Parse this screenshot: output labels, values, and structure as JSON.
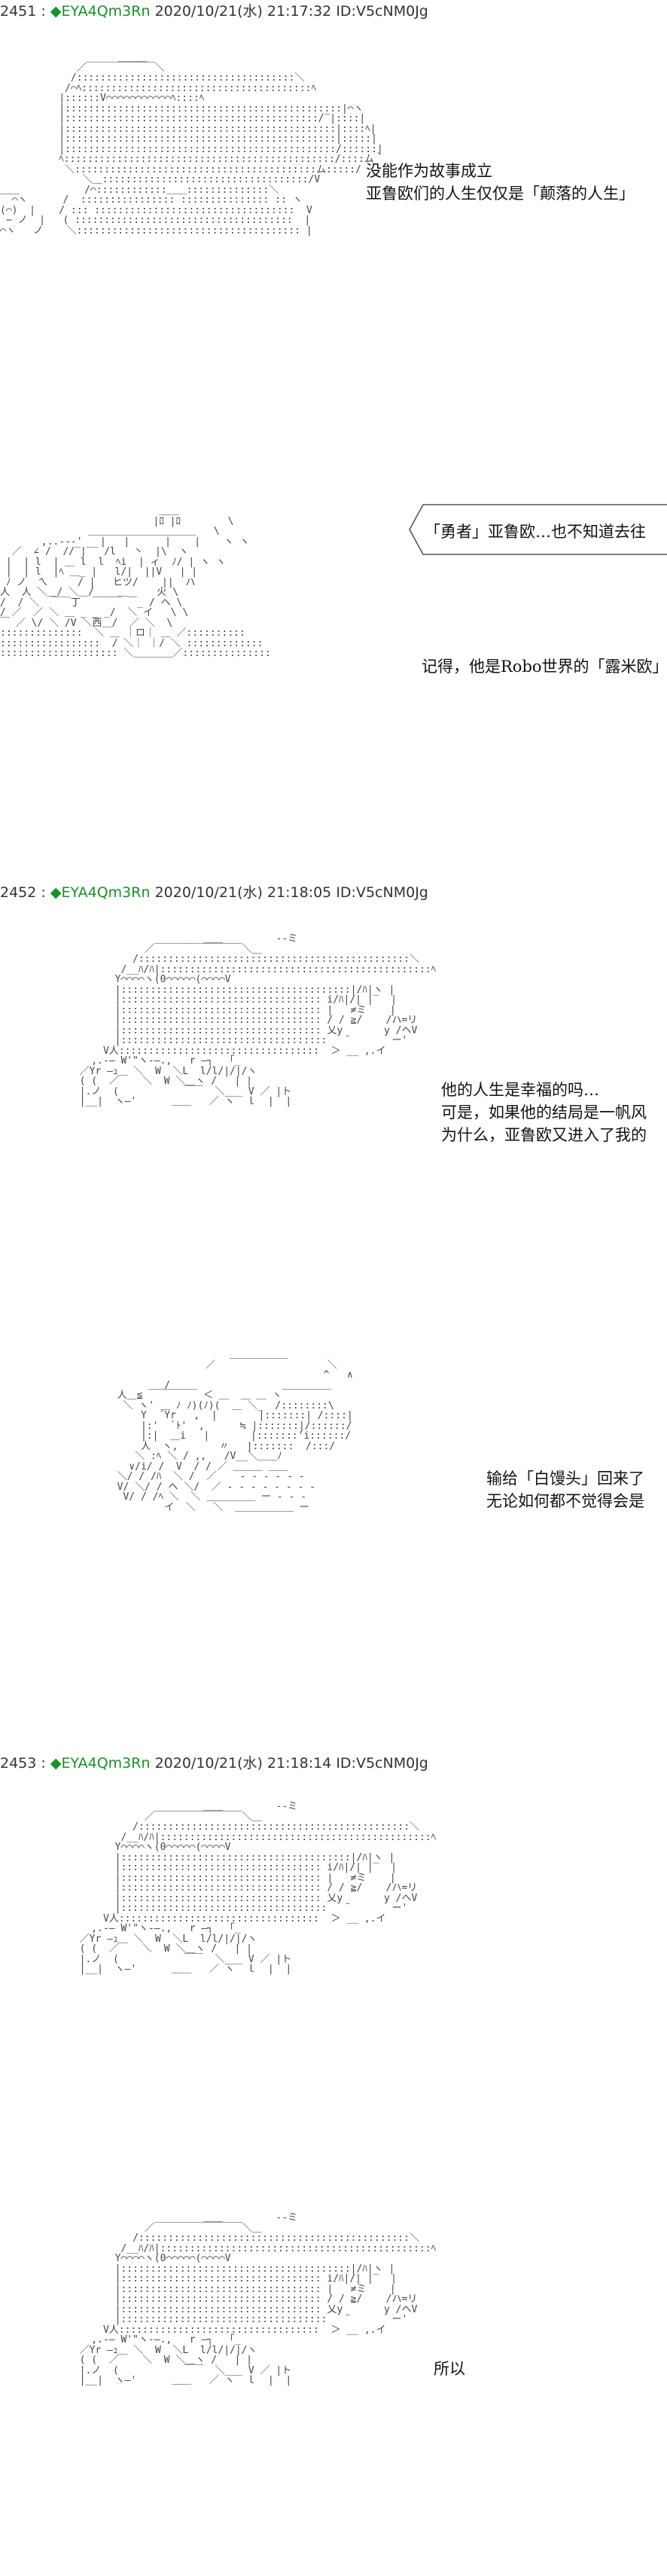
{
  "posts": [
    {
      "number": "2451",
      "name": "EYA4Qm3Rn",
      "datetime": "2020/10/21(水) 21:17:32",
      "id": "ID:V5cNM0Jg"
    },
    {
      "number": "2452",
      "name": "EYA4Qm3Rn",
      "datetime": "2020/10/21(水) 21:18:05",
      "id": "ID:V5cNM0Jg"
    },
    {
      "number": "2453",
      "name": "EYA4Qm3Rn",
      "datetime": "2020/10/21(水) 21:18:14",
      "id": "ID:V5cNM0Jg"
    }
  ],
  "separator": ":",
  "diamond": "◆",
  "panels": [
    {
      "lines": [
        "没能作为故事成立",
        "亚鲁欧们的人生仅仅是「颠落的人生」"
      ]
    },
    {
      "bubble": "「勇者」亚鲁欧…也不知道去往",
      "lines": [
        "记得，他是Robo世界的「露米欧」创"
      ]
    },
    {
      "lines": [
        "他的人生是幸福的吗…",
        "可是，如果他的结局是一帆风",
        "为什么，亚鲁欧又进入了我的"
      ]
    },
    {
      "lines": [
        "输给「白馒头」回来了",
        "无论如何都不觉得会是"
      ]
    },
    {
      "lines": [
        "所以"
      ]
    }
  ],
  "ascii_art": {
    "a1": "                    ＿＿＿\n             ／￣￣￣￣￣￣￣＼\n            /:::::::::::::::::::::::::::::::::::::＼\n           /⌒ﾍ:::::::::::::::::::::::::::::::::::::::ﾍ\n          |::::::V⌒⌒⌒⌒⌒⌒⌒⌒⌒⌒⌒ﾍ::::ﾍ\n          |:::::::::::::::::::::::::::::::::::::::::::::::|⌒ヽ\n          |:::::::::::::::::::::::::::::::::::::::::::/‾|::::| \n          |::::::::::::::::::::::::::::::::::::::::::::::|::::ﾍ|\n          |::::::::::::::::::::::::::::::::::::::::::::::|:::::|\n          |::::::::::::::::::::::::::::::::::::::::::::::/::::::|\n          ﾍ::::::::::::::::::::::::::::::::::::::::::::::/::::ム｀\n           ＼:::::::::::::::::::::::::::::::::::::::::ム:::::/\n              ＼＿:::::::::::::::::::::::::::::::::::/V\n＿＿           /⌒::::::::::::＿＿::::::::::::::＼\n  ⌒ヽ      /  :::::::::::::::: ::::::::::::::: :: ヽ\n(⌒)  |    / ::: ::::::::::::::::::::::::::::::::::  V\n ~ ノ  |   ( :::::::::::::::::::::::::::::::::::::  |\n⌒ヽ   ノ    ＼:::::::::::::::::::::::::::::::::::::: |",
    "a2": "                           ＿＿\n                          |ﾛ |ﾛ        \\\n               ＿＿＿＿＿＿＿＿＿＿＿   \\\n       ,..---'   |   |      |    |    ヽ ヽ\n  ／  ∠ /  //‾|‾‾ /l   丶  |\\  ヽ\n |  | l  | ＿ l  l  ﾍi  | ィ  ﾉ/ | ヽ ヽ\n |  | l  |ﾍ ＿_ |   l/|  ||V   | |\n ﾉ ノ  ㄟ     / |   ヒツ/    ||  ハ\n人  人 ＼＿/ ＼＿/ __ ＿_    火 \\\n/  / ＼  ￣￣丁  ￣￣￣ ￣_ / ヘ \\\n/ ／  ／ ＼ ＿ _ _ _/  ＼ イ   \\ \\\n￣ ／ \\/ ＼ /V ＼西＿/  ／ ＼  \\\n::::::::::::::  ＼ ＿ ｜ロ｜ ＿ ／::::::::::\n:::::::::::::::::  / ＼｜ ｜/ ＼ :::::::::::::\n:::::::::::::::::::: ＼＿＿＿＿／:::::::::::::::",
    "a3": "                       ＿＿         --ミ\n             ／￣￣￣￣￣￣￣￣￣＼＿\n           /::::::::::::::::::::::::::::::::::::::::::::::＼\n         /__ﾊ/ﾊ|::::::::::::::::::::::::::::::::::::::::::::::ﾍ\n        Y⌒⌒⌒⌒ヽ(0⌒⌒⌒⌒⌒(⌒⌒⌒⌒V\n        |:::::::::::::::::::::::::::::::::::::::|/ﾊ|ヽ |\n        |:::::::::::::::::::::::::::::::::: i/ﾊ|/| |‾  |\n        |:::::::::::::::::::::::::::::::::: |   ≠ミ    |\n        |:::::::::::::::::::::::::::::::::: / / ≧/    /ハ=リ\n        |:::::::::::::::::::::::::::::::::: 乂y       y /ヘV\n        |:::::::::::::::::::::::::::::::::::   ¨       ー'\n      V人::::::::::::::::::::::::::::::::::  ＞ __ ,.イ\n    ,.-― W'\"ヽ-―.,   r ―┐  「_\n  ／Yr ―ｭ＿ ＼  W  ＼L  l/l/|/|/ヽ\n  ( (  ／    ＼  W ＼＿ヽ /   | |\n  |.ノ  (           ￣￣  ＼___ V ／ |ト\n  |__|  ヽ―'      ＿＿   ／ ヽ  ｌ  |  |",
    "a4": "                     ＿＿＿＿＿＿\n                 ／                   ＼\n                                     ^   ∧\n          /                   ＿＿＿＿＿\n  人＿≦ ￣￣￣￣￣ ＜ ＿  ＿ ＿ ヽ\n   ＼ ヽ' ＿ ﾉ ﾉ)(ﾉ)(  ＿ ＼_  /::::::::\\\n      Y  ´Yr   ,  |       |:::::::| /::::|\n      |:'  `ﾄ'  ,      ≒ |:::::::|/::::::/\n      |:|  ＿i   |       |:::::::'i::::::/\n      人  ヽ,       〃   |:::::::  /:::/\n     ＼ :ﾍ ＼ / ,,   /V__＼＿＿ﾉ\n    ∨/i/ /  V  / / ／ ＿＿＿ ＿＿\n  ＼/ / /ﾊ  ＼ /  ／    - - - - - -\n  V/ ＼/ / ヘ ＼/  ／ - - - - - - - -\n   V/ / /ﾍ ＼  ＼ ＿＿＿＿＿ ー - - -\n          イ  ＼   ＼  ＿＿＿＿＿＿ ー"
  }
}
